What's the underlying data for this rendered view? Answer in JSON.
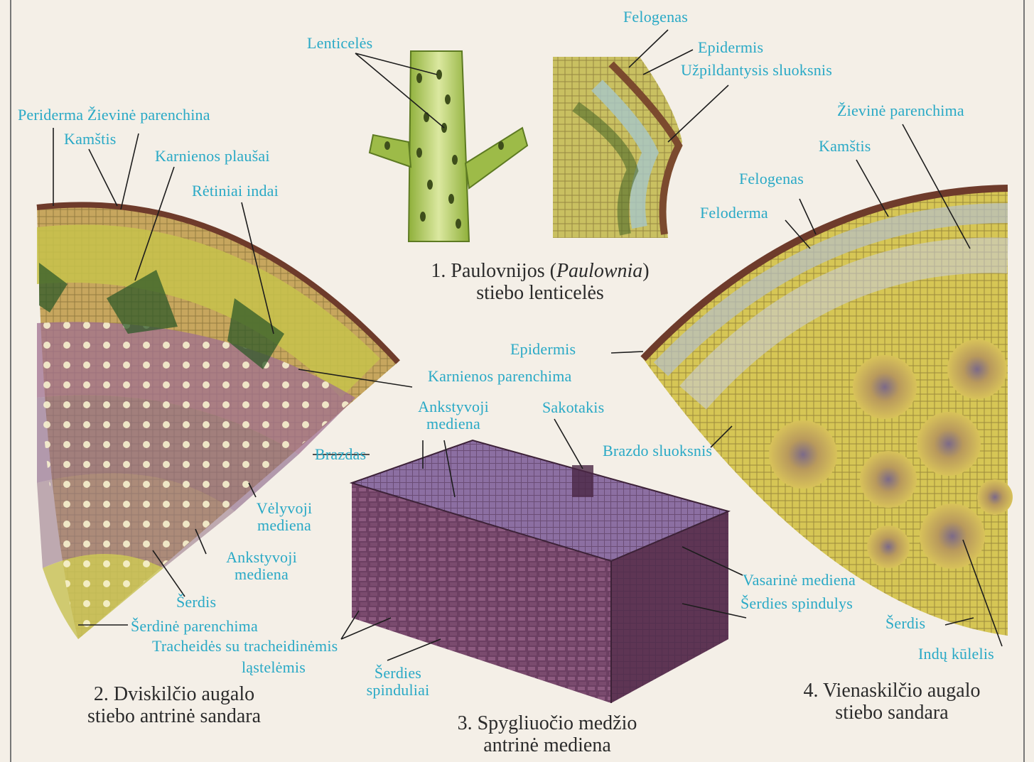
{
  "labels": {
    "felogenas_top": "Felogenas",
    "epidermis_top": "Epidermis",
    "uzpildantysis": "Užpildantysis sluoksnis",
    "lenticeles": "Lenticelės",
    "periderma_zievine": "Periderma Žievinė parenchina",
    "kamstis_left": "Kamštis",
    "karnienos_plausai": "Karnienos plaušai",
    "retiniai_indai": "Rėtiniai indai",
    "zievine_parenchima_right": "Žievinė parenchima",
    "kamstis_right": "Kamštis",
    "felogenas_right": "Felogenas",
    "feloderma": "Feloderma",
    "epidermis_mid": "Epidermis",
    "karnienos_parenchima": "Karnienos parenchima",
    "ankstyvoji_mediena_top_1": "Ankstyvoji",
    "ankstyvoji_mediena_top_2": "mediena",
    "sakotakis": "Sakotakis",
    "brazdas": "Brazdas",
    "brazdo_sluoksnis": "Brazdo sluoksnis",
    "velyvoji_1": "Vėlyvoji",
    "velyvoji_2": "mediena",
    "ankstyvoji_left_1": "Ankstyvoji",
    "ankstyvoji_left_2": "mediena",
    "serdis_left": "Šerdis",
    "serdine_parenchima": "Šerdinė parenchima",
    "tracheides_1": "Tracheidės su tracheidinėmis",
    "tracheides_2": "ląstelėmis",
    "serdies_spinduliai_1": "Šerdies",
    "serdies_spinduliai_2": "spinduliai",
    "vasarine_mediena": "Vasarinė mediena",
    "serdies_spindulys": "Šerdies spindulys",
    "serdis_right": "Šerdis",
    "indu_kulelis": "Indų kūlelis"
  },
  "captions": {
    "fig1_num": "1. Paulovnijos (",
    "fig1_latin": "Paulownia",
    "fig1_rest": ")",
    "fig1_line2": "stiebo lenticelės",
    "fig2_line1": "2. Dviskilčio augalo",
    "fig2_line2": "stiebo antrinė sandara",
    "fig3_line1": "3. Spygliuočio medžio",
    "fig3_line2": "antrinė mediena",
    "fig4_line1": "4. Vienaskilčio augalo",
    "fig4_line2": "stiebo sandara"
  },
  "colors": {
    "label": "#29a9c6",
    "caption": "#2b2b2b"
  }
}
